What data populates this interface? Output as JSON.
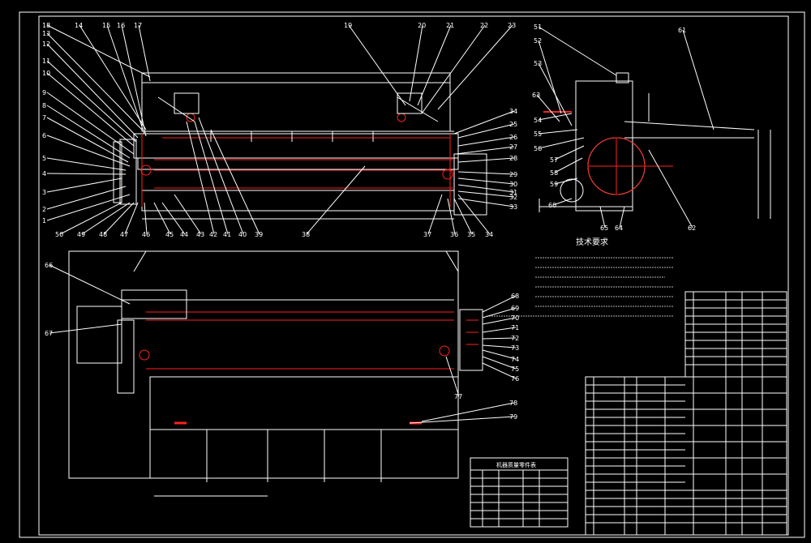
{
  "callouts_top": [
    "18",
    "14",
    "15",
    "16",
    "17",
    "13",
    "19",
    "20",
    "21",
    "22",
    "23",
    "12",
    "11",
    "10",
    "9",
    "8",
    "7",
    "6",
    "5",
    "4",
    "3",
    "2",
    "1"
  ],
  "callouts_right_top": [
    "34",
    "25",
    "26",
    "27",
    "28",
    "29",
    "30",
    "31",
    "32",
    "33"
  ],
  "callouts_bottom_top": [
    "50",
    "49",
    "48",
    "47",
    "46",
    "45",
    "44",
    "43",
    "42",
    "41",
    "40",
    "39",
    "38",
    "37",
    "36",
    "35",
    "34"
  ],
  "callouts_side": [
    "51",
    "52",
    "53",
    "54",
    "55",
    "56",
    "57",
    "58",
    "59",
    "60",
    "61",
    "62",
    "63",
    "64",
    "65"
  ],
  "callouts_plan": [
    "66",
    "67",
    "68",
    "69",
    "70",
    "71",
    "72",
    "73",
    "74",
    "75",
    "76",
    "77",
    "78",
    "79"
  ],
  "tech_title": "技术要求",
  "parts_table_title": "机器质量零件表"
}
